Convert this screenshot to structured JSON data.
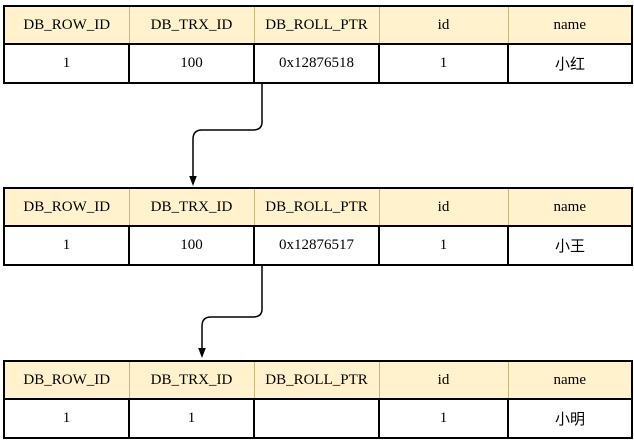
{
  "diagram": {
    "columns": [
      "DB_ROW_ID",
      "DB_TRX_ID",
      "DB_ROLL_PTR",
      "id",
      "name"
    ],
    "tables": [
      {
        "cells": [
          "1",
          "100",
          "0x12876518",
          "1",
          "小红"
        ]
      },
      {
        "cells": [
          "1",
          "100",
          "0x12876517",
          "1",
          "小王"
        ]
      },
      {
        "cells": [
          "1",
          "1",
          "",
          "1",
          "小明"
        ]
      }
    ],
    "colors": {
      "header_fill": "#FFF2CC",
      "header_border": "#C9B77C",
      "table_border": "#000000",
      "arrow": "#000000",
      "background": "#FFFFFF"
    }
  }
}
